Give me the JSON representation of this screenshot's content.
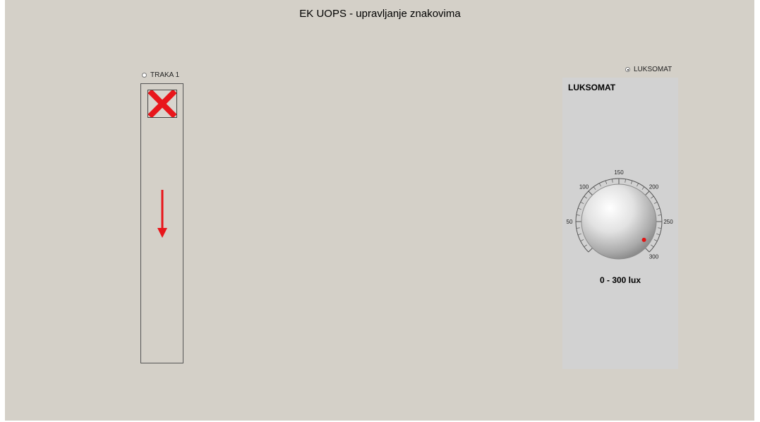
{
  "window": {
    "title": "EK UOPS - upravljanje znakovima"
  },
  "lane": {
    "radio_label": "TRAKA 1",
    "radio_checked": false,
    "signal_icon": "red-x-icon",
    "direction_icon": "arrow-down-icon"
  },
  "luksomat": {
    "radio_label": "LUKSOMAT",
    "radio_checked": true,
    "panel_title": "LUKSOMAT",
    "range_label": "0 - 300 lux",
    "dial": {
      "min": 0,
      "max": 300,
      "value": 290,
      "tick_labels": [
        "50",
        "100",
        "150",
        "200",
        "250",
        "300"
      ]
    }
  },
  "colors": {
    "background": "#d4d0c8",
    "panel": "#d2d2d2",
    "signal_red": "#e8161b",
    "indicator_red": "#e01515"
  }
}
